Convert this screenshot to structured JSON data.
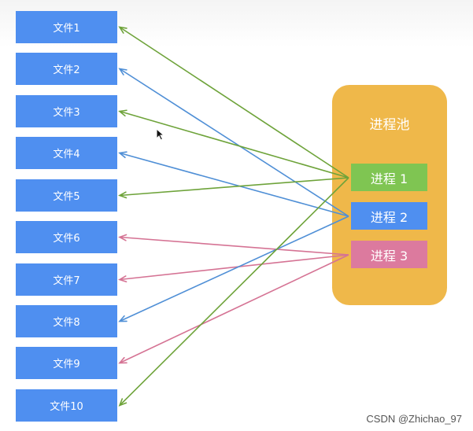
{
  "files": [
    {
      "label": "文件1"
    },
    {
      "label": "文件2"
    },
    {
      "label": "文件3"
    },
    {
      "label": "文件4"
    },
    {
      "label": "文件5"
    },
    {
      "label": "文件6"
    },
    {
      "label": "文件7"
    },
    {
      "label": "文件8"
    },
    {
      "label": "文件9"
    },
    {
      "label": "文件10"
    }
  ],
  "pool": {
    "title": "进程池",
    "color": "#efb84a",
    "processes": [
      {
        "label": "进程 1",
        "color": "#7fc552"
      },
      {
        "label": "进程 2",
        "color": "#4f8ff0"
      },
      {
        "label": "进程 3",
        "color": "#dc7a9e"
      }
    ]
  },
  "links": [
    {
      "file": "文件1",
      "process": "进程 1",
      "color": "#6ea33a"
    },
    {
      "file": "文件2",
      "process": "进程 2",
      "color": "#4f8fd6"
    },
    {
      "file": "文件3",
      "process": "进程 1",
      "color": "#6ea33a"
    },
    {
      "file": "文件4",
      "process": "进程 2",
      "color": "#4f8fd6"
    },
    {
      "file": "文件5",
      "process": "进程 1",
      "color": "#6ea33a"
    },
    {
      "file": "文件6",
      "process": "进程 3",
      "color": "#d57394"
    },
    {
      "file": "文件7",
      "process": "进程 3",
      "color": "#d57394"
    },
    {
      "file": "文件8",
      "process": "进程 2",
      "color": "#4f8fd6"
    },
    {
      "file": "文件9",
      "process": "进程 3",
      "color": "#d57394"
    },
    {
      "file": "文件10",
      "process": "进程 1",
      "color": "#6ea33a"
    }
  ],
  "watermark": "CSDN @Zhichao_97"
}
